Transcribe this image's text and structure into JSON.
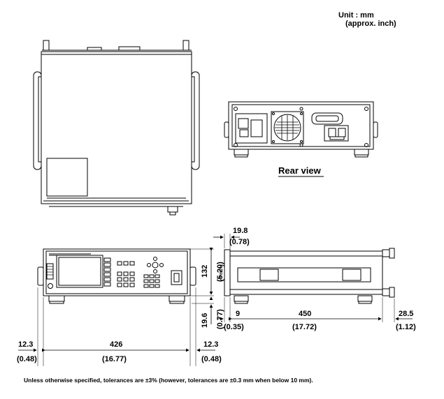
{
  "header": {
    "unit_line1": "Unit : mm",
    "unit_line2": "(approx. inch)"
  },
  "rear_view_label": "Rear view",
  "dimensions": {
    "front_left_margin_mm": "12.3",
    "front_left_margin_in": "(0.48)",
    "front_width_mm": "426",
    "front_width_in": "(16.77)",
    "front_right_margin_mm": "12.3",
    "front_right_margin_in": "(0.48)",
    "height_mm": "132",
    "height_in": "(5.20)",
    "foot_height_mm": "19.6",
    "foot_height_in": "(0.77)",
    "side_top_offset_mm": "19.8",
    "side_top_offset_in": "(0.78)",
    "side_front_offset_mm": "9",
    "side_front_offset_in": "(0.35)",
    "side_depth_mm": "450",
    "side_depth_in": "(17.72)",
    "side_rear_offset_mm": "28.5",
    "side_rear_offset_in": "(1.12)"
  },
  "footnote": "Unless otherwise specified, tolerances are ±3% (however, tolerances are ±0.3 mm when below 10 mm)."
}
